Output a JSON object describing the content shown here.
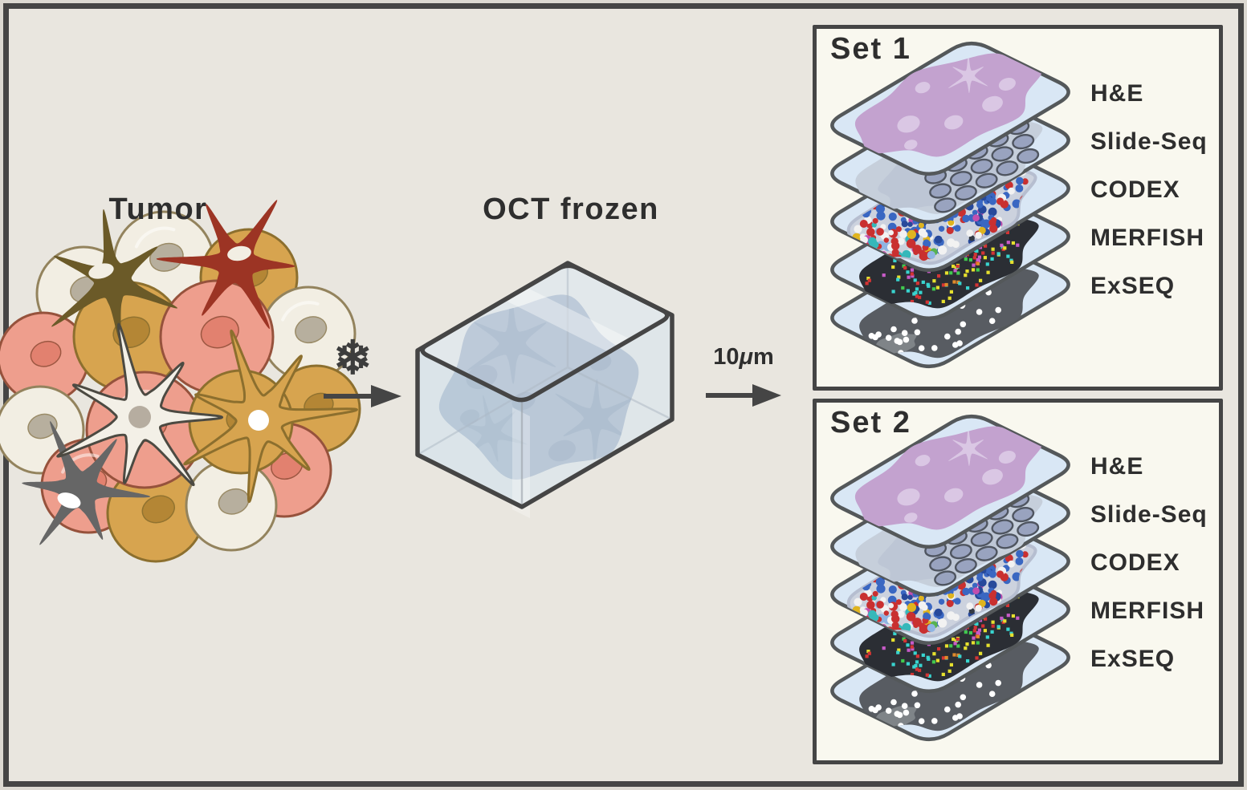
{
  "colors": {
    "page_margin": "#dcd9d2",
    "background": "#e9e6df",
    "frame_border": "#454545",
    "panel_background": "#f9f8ef",
    "panel_border": "#454545",
    "text": "#2e2e2e",
    "arrow": "#454545",
    "snowflake": "#3d3d3d",
    "slide_fill": "#d9e7f5",
    "slide_stroke": "#54585a"
  },
  "tumor": {
    "title": "Tumor",
    "cell_colors": {
      "gold": {
        "fill": "#d7a44f",
        "stroke": "#8c6f2e",
        "nucleus": "#b28433"
      },
      "salmon": {
        "fill": "#ee9e8d",
        "stroke": "#96523c",
        "nucleus": "#e17f6d"
      },
      "cream": {
        "fill": "#f2eee3",
        "stroke": "#93835d",
        "nucleus": "#b3aa99"
      },
      "star_brown": "#6b5a28",
      "star_dark_red": "#9c3424",
      "star_gray": "#666666",
      "star_white": "#f3f0e7",
      "star_white_stroke": "#4c4a42",
      "star_gold": "#d7a44f",
      "star_gold_stroke": "#8c6f2e"
    }
  },
  "oct": {
    "title": "OCT frozen",
    "box_top": "#dce9f7",
    "box_left": "#cfe1f1",
    "box_right": "#d5e6f4",
    "outline": "#454545",
    "inner_edge": "#7f868f",
    "embedded_tissue": "#9aa7b7",
    "embedded_tissue_dark": "#8595a9"
  },
  "freeze_step": {
    "icon_glyph": "❄"
  },
  "section_step": {
    "thickness": "10",
    "unit_mu": "μ",
    "unit_m": "m"
  },
  "sets": [
    {
      "title": "Set 1",
      "slides": [
        {
          "label": "H&E"
        },
        {
          "label": "Slide-Seq"
        },
        {
          "label": "CODEX"
        },
        {
          "label": "MERFISH"
        },
        {
          "label": "ExSEQ"
        }
      ]
    },
    {
      "title": "Set 2",
      "slides": [
        {
          "label": "H&E"
        },
        {
          "label": "Slide-Seq"
        },
        {
          "label": "CODEX"
        },
        {
          "label": "MERFISH"
        },
        {
          "label": "ExSEQ"
        }
      ]
    }
  ],
  "modalities": {
    "h_and_e": {
      "tissue": "#c3a2cf",
      "patch": "#dac7e4"
    },
    "slide_seq": {
      "tissue": "#c6cfdb",
      "shadow": "#b6c0d0",
      "bead_fill": "#99a3bf",
      "bead_stroke": "#4f5560"
    },
    "codex": {
      "tissue": "#ccd2de",
      "rim": "#b6bed0",
      "palette_main": [
        "#3a67c2",
        "#27499b",
        "#c93030",
        "#f2f2f2",
        "#e0b41f",
        "#c24fae",
        "#35b8ba",
        "#333a45"
      ],
      "weights_main": [
        0.5,
        0.18,
        0.1,
        0.1,
        0.05,
        0.04,
        0.02,
        0.01
      ],
      "palette_left": [
        "#c93030",
        "#f2f2f2",
        "#8fb4e2",
        "#35b8ba",
        "#e0b41f",
        "#c24fae",
        "#57b34f"
      ],
      "weights_left": [
        0.42,
        0.2,
        0.1,
        0.1,
        0.07,
        0.06,
        0.05
      ]
    },
    "merfish": {
      "tissue": "#2b2e34",
      "palette": [
        "#39d4cf",
        "#e6e02e",
        "#d43434",
        "#c75bc7",
        "#41c94f",
        "#e08a2a"
      ],
      "weights": [
        0.25,
        0.2,
        0.25,
        0.15,
        0.1,
        0.05
      ]
    },
    "exseq": {
      "tissue": "#585c62",
      "tail": "#84888d",
      "dot": "#ffffff"
    }
  }
}
